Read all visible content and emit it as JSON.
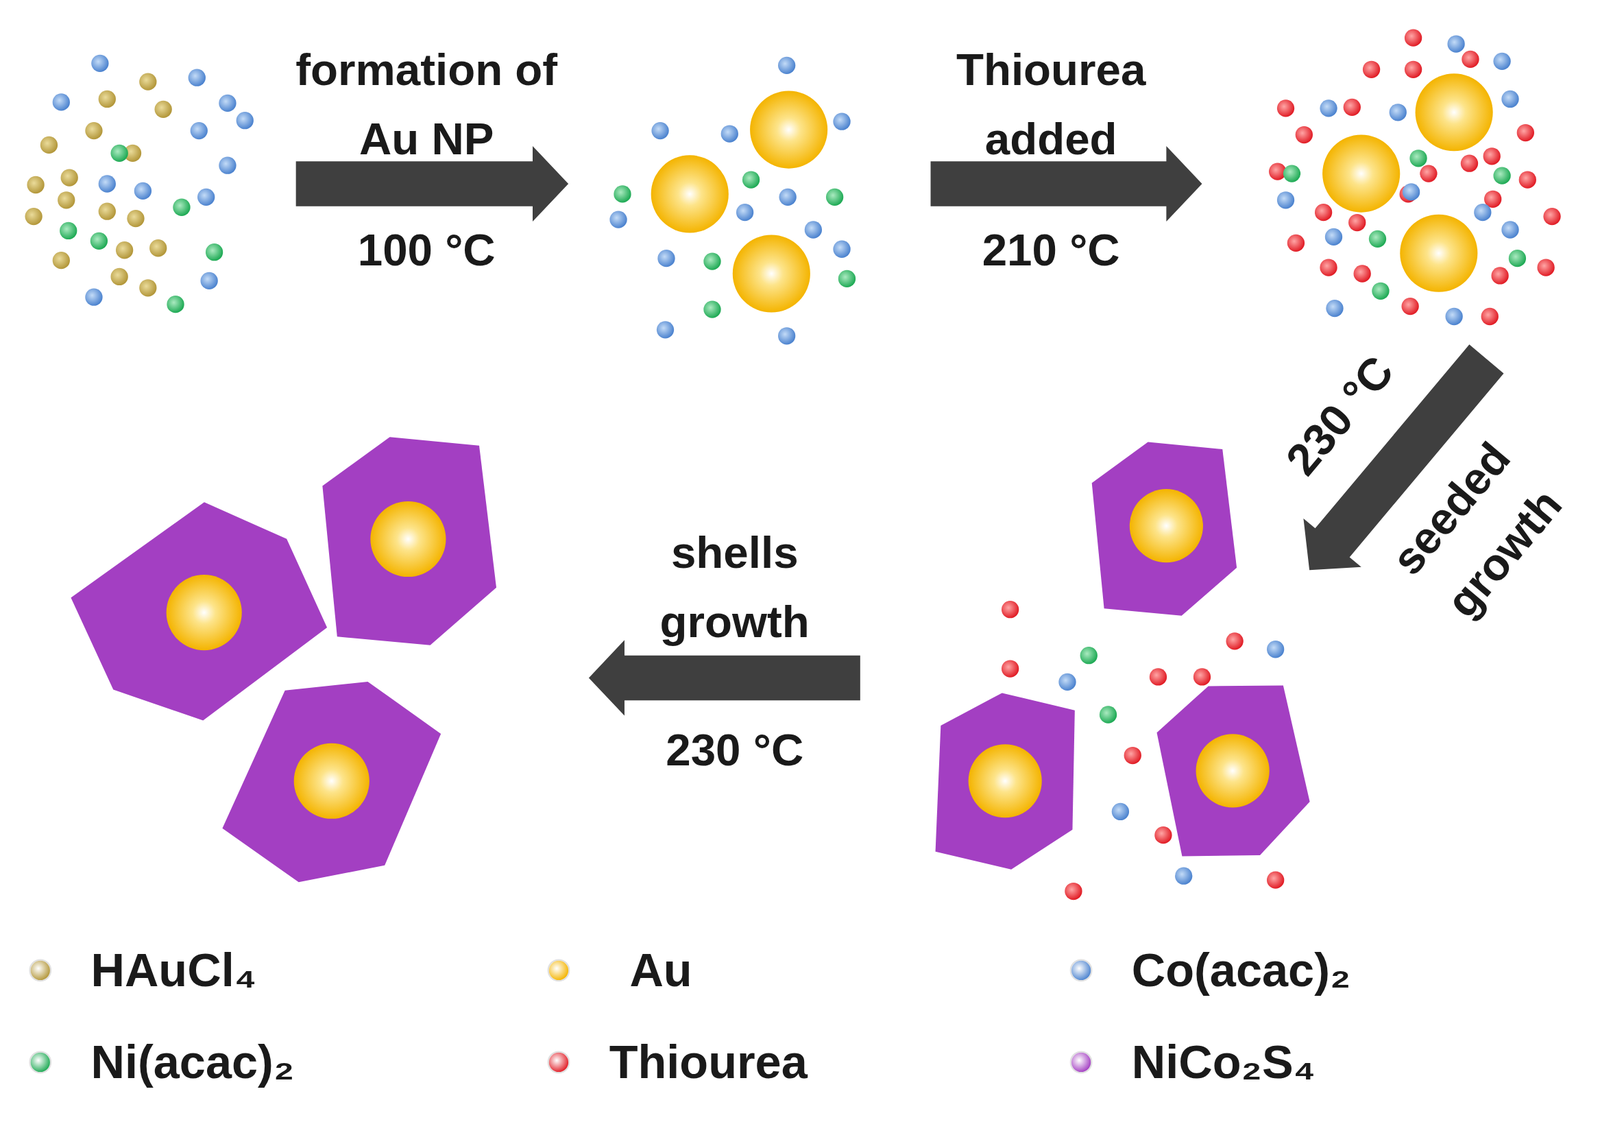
{
  "diagram": {
    "labels": [
      "formation of Au NP",
      "100 °C",
      "Thiourea added",
      "210 °C",
      "230 °C",
      "seeded growth",
      "shells growth",
      "230 °C"
    ],
    "legend": [
      {
        "text": "HAuCl₄",
        "color": "#b3973a"
      },
      {
        "text": "Au",
        "color": "#f4b400"
      },
      {
        "text": "Co(acac)₂",
        "color": "#4c83cf"
      },
      {
        "text": "Ni(acac)₂",
        "color": "#1faa55"
      },
      {
        "text": "Thiourea",
        "color": "#e11d26"
      },
      {
        "text": "NiCo₂S₄",
        "color": "#a33fc2"
      }
    ]
  }
}
